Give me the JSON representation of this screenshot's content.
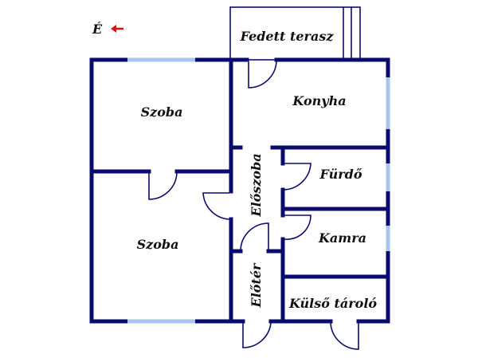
{
  "compass": {
    "label": "É",
    "arrow_color": "#dd1111"
  },
  "rooms": {
    "terrace": "Fedett terasz",
    "kitchen": "Konyha",
    "room_top": "Szoba",
    "room_bottom": "Szoba",
    "hall": "Előszoba",
    "bathroom": "Fürdő",
    "pantry": "Kamra",
    "entry": "Előtér",
    "storage": "Külső tároló"
  },
  "colors": {
    "wall": "#0b0b6e",
    "window": "#a8c4ea"
  }
}
